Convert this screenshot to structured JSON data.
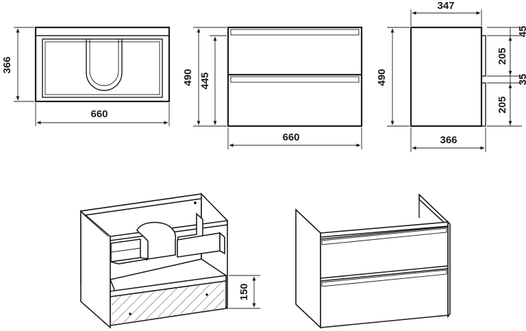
{
  "top_view": {
    "width_label": "660",
    "depth_label": "366"
  },
  "front_view": {
    "total_height_label": "490",
    "front_height_label": "445",
    "width_label": "660"
  },
  "side_view": {
    "depth_top_label": "347",
    "total_height_label": "490",
    "gap_top_label": "45",
    "drawer_upper_label": "205",
    "gap_mid_label": "35",
    "drawer_lower_label": "205",
    "depth_bottom_label": "366"
  },
  "iso_open": {
    "drawer_height_label": "150"
  },
  "colors": {
    "line": "#1a1a1a",
    "background": "#ffffff"
  }
}
